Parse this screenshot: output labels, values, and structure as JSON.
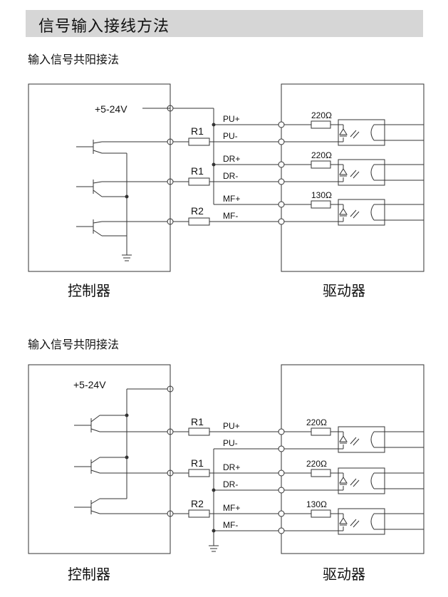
{
  "header": {
    "title": "信号输入接线方法"
  },
  "common_anode": {
    "subtitle": "输入信号共阳接法",
    "supply": "+5-24V",
    "resistors": [
      "R1",
      "R1",
      "R2"
    ],
    "signals": [
      "PU+",
      "PU-",
      "DR+",
      "DR-",
      "MF+",
      "MF-"
    ],
    "series_resistors": [
      "220Ω",
      "220Ω",
      "130Ω"
    ],
    "controller": "控制器",
    "driver": "驱动器"
  },
  "common_cathode": {
    "subtitle": "输入信号共阴接法",
    "supply": "+5-24V",
    "resistors": [
      "R1",
      "R1",
      "R2"
    ],
    "signals": [
      "PU+",
      "PU-",
      "DR+",
      "DR-",
      "MF+",
      "MF-"
    ],
    "series_resistors": [
      "220Ω",
      "220Ω",
      "130Ω"
    ],
    "controller": "控制器",
    "driver": "驱动器"
  }
}
